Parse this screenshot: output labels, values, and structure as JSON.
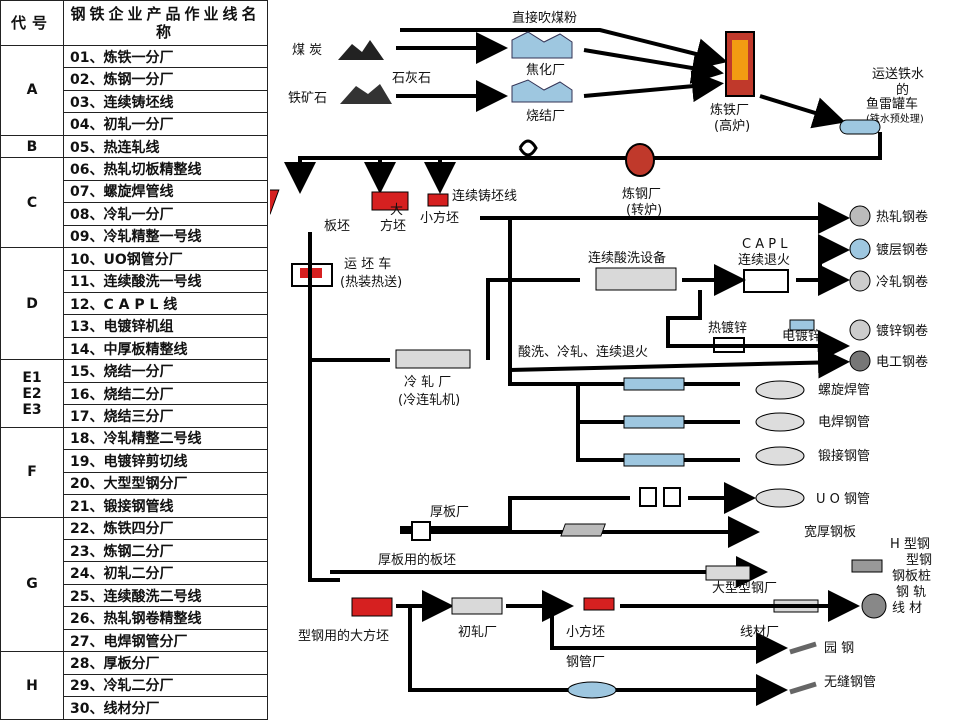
{
  "legend": {
    "header_code": "代号",
    "header_name": "钢铁企业产品作业线名称",
    "groups": [
      {
        "code": "A",
        "rows": [
          "01、炼铁一分厂",
          "02、炼钢一分厂",
          "03、连续铸坯线",
          "04、初轧一分厂"
        ]
      },
      {
        "code": "B",
        "rows": [
          "05、热连轧线"
        ]
      },
      {
        "code": "C",
        "rows": [
          "06、热轧切板精整线",
          "07、螺旋焊管线",
          "08、冷轧一分厂",
          "09、冷轧精整一号线"
        ]
      },
      {
        "code": "D",
        "rows": [
          "10、UO钢管分厂",
          "11、连续酸洗一号线",
          "12、C A P L 线",
          "13、电镀锌机组",
          "14、中厚板精整线"
        ]
      },
      {
        "code": "E1\nE2\nE3",
        "rows": [
          "15、烧结一分厂",
          "16、烧结二分厂",
          "17、烧结三分厂"
        ]
      },
      {
        "code": "F",
        "rows": [
          "18、冷轧精整二号线",
          "19、电镀锌剪切线",
          "20、大型型钢分厂",
          "21、锻接钢管线"
        ]
      },
      {
        "code": "G",
        "rows": [
          "22、炼铁四分厂",
          "23、炼钢二分厂",
          "24、初轧二分厂",
          "25、连续酸洗二号线",
          "26、热轧钢卷精整线",
          "27、电焊钢管分厂"
        ]
      },
      {
        "code": "H",
        "rows": [
          "28、厚板分厂",
          "29、冷轧二分厂",
          "30、线材分厂"
        ]
      }
    ]
  },
  "diagram": {
    "raw_coal": "煤 炭",
    "iron_ore": "铁矿石",
    "limestone": "石灰石",
    "pci": "直接吹煤粉",
    "coking": "焦化厂",
    "sintering": "烧结厂",
    "ironworks": "炼铁厂",
    "ironworks_sub": "(高炉)",
    "torpedo_line1": "运送铁水",
    "torpedo_line2": "的",
    "torpedo_line3": "鱼雷罐车",
    "torpedo_note": "(铁水预处理)",
    "continuous_casting": "连续铸坯线",
    "steelworks": "炼钢厂",
    "steelworks_sub": "(转炉)",
    "slab": "板坯",
    "bloom_big": "大",
    "bloom_big2": "方坯",
    "billet_small": "小方坯",
    "transport_car": "运 坯 车",
    "transport_sub": "(热装热送)",
    "pickling_line": "连续酸洗设备",
    "capl": "C A P L",
    "cont_anneal": "连续退火",
    "hot_dip": "热镀锌",
    "electro_galv": "电镀锌",
    "pickle_roll_anneal": "酸洗、冷轧、连续退火",
    "cold_mill": "冷 轧 厂",
    "cold_mill_sub": "(冷连轧机)",
    "plate_mill": "厚板厂",
    "plate_slab": "厚板用的板坯",
    "section_bloom": "型钢用的大方坯",
    "blooming_mill": "初轧厂",
    "small_billet": "小方坯",
    "large_section_mill": "大型型钢厂",
    "wire_mill": "线材厂",
    "pipe_mill": "钢管厂",
    "products": {
      "hot_coil": "热轧钢卷",
      "coated_coil": "镀层钢卷",
      "cold_coil": "冷轧钢卷",
      "galv_coil": "镀锌钢卷",
      "electrical_coil": "电工钢卷",
      "spiral_pipe": "螺旋焊管",
      "erw_pipe": "电焊钢管",
      "forge_pipe": "锻接钢管",
      "uo_pipe": "U O 钢管",
      "heavy_plate": "宽厚钢板",
      "h_beam": "H 型钢",
      "section_steel": "型钢",
      "sheet_pile": "钢板桩",
      "rail": "钢 轨",
      "wire_rod": "线 材",
      "round_bar": "园    钢",
      "seamless_pipe": "无缝钢管"
    }
  },
  "colors": {
    "ironworks_fill": "#c0392b",
    "slab_red": "#d62020",
    "coil_gray": "#8a8a8a",
    "blue_equipment": "#9ec7e0"
  }
}
